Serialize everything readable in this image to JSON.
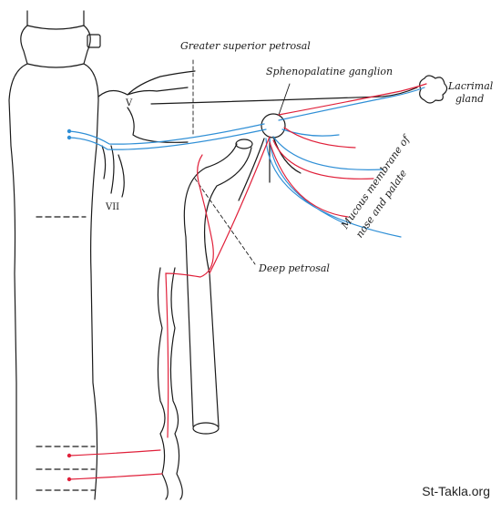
{
  "labels": {
    "greater_superior_petrosal": "Greater superior petrosal",
    "sphenopalatine_ganglion": "Sphenopalatine ganglion",
    "lacrimal_gland_line1": "Lacrimal",
    "lacrimal_gland_line2": "gland",
    "nerve_v": "V",
    "nerve_vii": "VII",
    "deep_petrosal": "Deep petrosal",
    "mucous_line1": "Mucous membrane of",
    "mucous_line2": "nose and palate"
  },
  "watermark": "St-Takla.org",
  "colors": {
    "outline": "#1a1a1a",
    "sympathetic": "#e0203a",
    "parasympathetic": "#2f8fd6",
    "background": "#ffffff"
  }
}
